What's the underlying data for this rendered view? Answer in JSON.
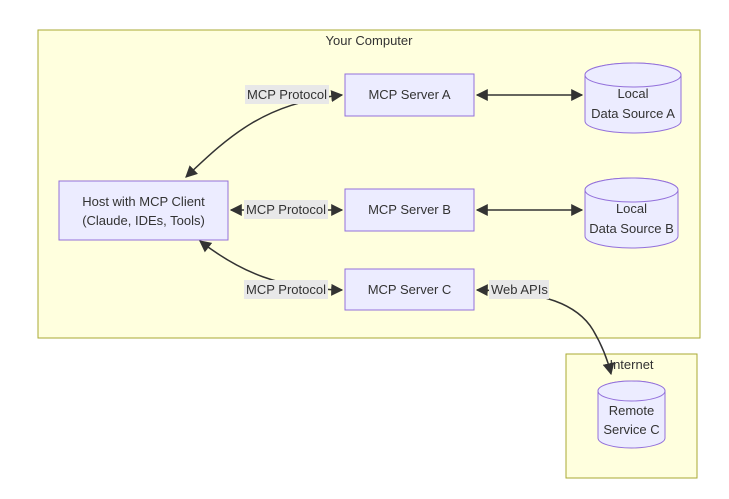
{
  "diagram": {
    "clusters": {
      "your_computer": {
        "label": "Your Computer"
      },
      "internet": {
        "label": "Internet"
      }
    },
    "nodes": {
      "host": {
        "line1": "Host with MCP Client",
        "line2": "(Claude, IDEs, Tools)"
      },
      "server_a": {
        "label": "MCP Server A"
      },
      "server_b": {
        "label": "MCP Server B"
      },
      "server_c": {
        "label": "MCP Server C"
      },
      "data_source_a": {
        "line1": "Local",
        "line2": "Data Source A"
      },
      "data_source_b": {
        "line1": "Local",
        "line2": "Data Source B"
      },
      "remote_service_c": {
        "line1": "Remote",
        "line2": "Service C"
      }
    },
    "edge_labels": {
      "protocol_a": {
        "label": "MCP Protocol"
      },
      "protocol_b": {
        "label": "MCP Protocol"
      },
      "protocol_c": {
        "label": "MCP Protocol"
      },
      "web_apis": {
        "label": "Web APIs"
      }
    },
    "colors": {
      "canvas_bg": "#FFFFFF",
      "cluster_fill": "#FFFFDE",
      "cluster_border": "#AAAA33",
      "node_fill": "#ECECFF",
      "node_border": "#9370DB",
      "edge_label_bg": "#E8E8E8",
      "line_color": "#333333",
      "text_color": "#333333"
    }
  }
}
